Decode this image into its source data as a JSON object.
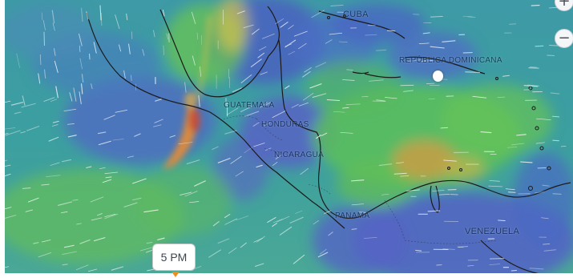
{
  "map": {
    "labels": {
      "cuba": "CUBA",
      "dominican_republic": "REPÚBLICA DOMINICANA",
      "guatemala": "GUATEMALA",
      "honduras": "HONDURAS",
      "nicaragua": "NICARAGUA",
      "panama": "PANAMÁ",
      "venezuela": "VENEZUELA"
    },
    "colors": {
      "water_blue": "#3f6fb8",
      "teal": "#3aa6a0",
      "green": "#5fbf55",
      "yellow": "#d6c64a",
      "orange": "#e0883c",
      "red": "#c84a3a",
      "coastline": "#1a1a1a"
    }
  },
  "controls": {
    "zoom_in_label": "+",
    "zoom_out_label": "−"
  },
  "timeline": {
    "current_time": "5 PM"
  }
}
